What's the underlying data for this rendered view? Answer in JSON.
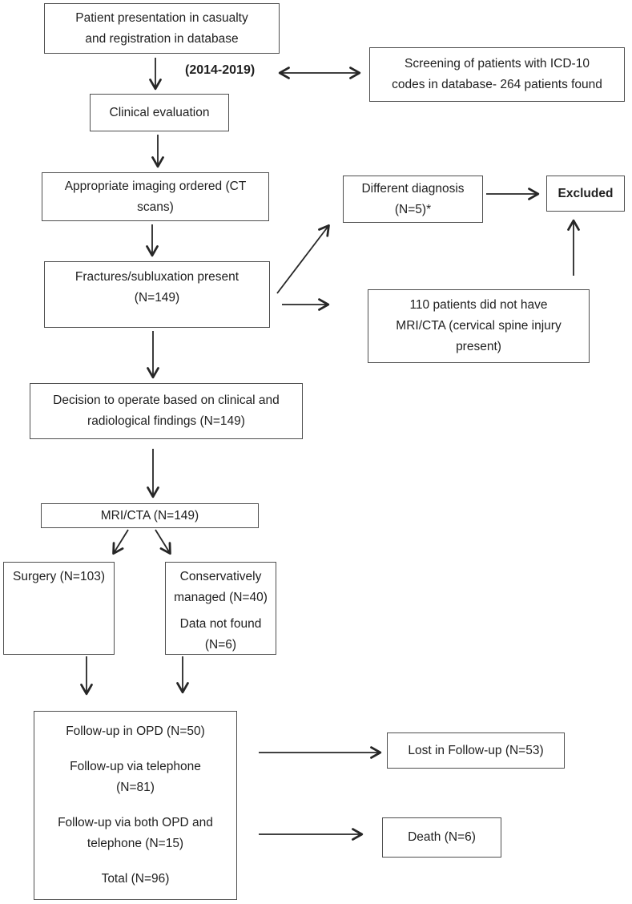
{
  "colors": {
    "background": "#ffffff",
    "border": "#4e4e4e",
    "arrow": "#262626",
    "text": "#1f1f1f"
  },
  "figure": {
    "period_label": "(2014-2019)"
  },
  "nodes": {
    "patient_presentation": {
      "lines": [
        "Patient presentation in casualty",
        "and registration in database"
      ]
    },
    "screening": {
      "lines": [
        "Screening of patients with ICD-10",
        "codes in database- 264 patients found"
      ]
    },
    "clinical_evaluation": {
      "lines": [
        "Clinical evaluation"
      ]
    },
    "imaging": {
      "lines": [
        "Appropriate imaging ordered (CT",
        "scans)"
      ]
    },
    "fractures": {
      "lines": [
        "Fractures/subluxation present",
        "(N=149)"
      ]
    },
    "different_diagnosis": {
      "lines": [
        "Different diagnosis",
        "(N=5)*"
      ]
    },
    "excluded": {
      "lines": [
        "Excluded"
      ]
    },
    "no_mri_cta": {
      "lines": [
        "110 patients did not have",
        "MRI/CTA (cervical spine injury",
        "present)"
      ]
    },
    "decision": {
      "lines": [
        "Decision to operate based on clinical and",
        "radiological findings (N=149)"
      ]
    },
    "mri_cta": {
      "lines": [
        "MRI/CTA (N=149)"
      ]
    },
    "surgery": {
      "lines": [
        "Surgery (N=103)"
      ]
    },
    "conservative": {
      "lines": [
        "Conservatively",
        "managed (N=40)",
        "Data not found",
        "(N=6)"
      ]
    },
    "followup": {
      "lines": [
        "Follow-up in OPD (N=50)",
        "Follow-up via telephone",
        "(N=81)",
        "Follow-up via both OPD and",
        "telephone (N=15)",
        "Total (N=96)"
      ]
    },
    "lost_followup": {
      "lines": [
        "Lost in Follow-up (N=53)"
      ]
    },
    "death": {
      "lines": [
        "Death (N=6)"
      ]
    }
  }
}
